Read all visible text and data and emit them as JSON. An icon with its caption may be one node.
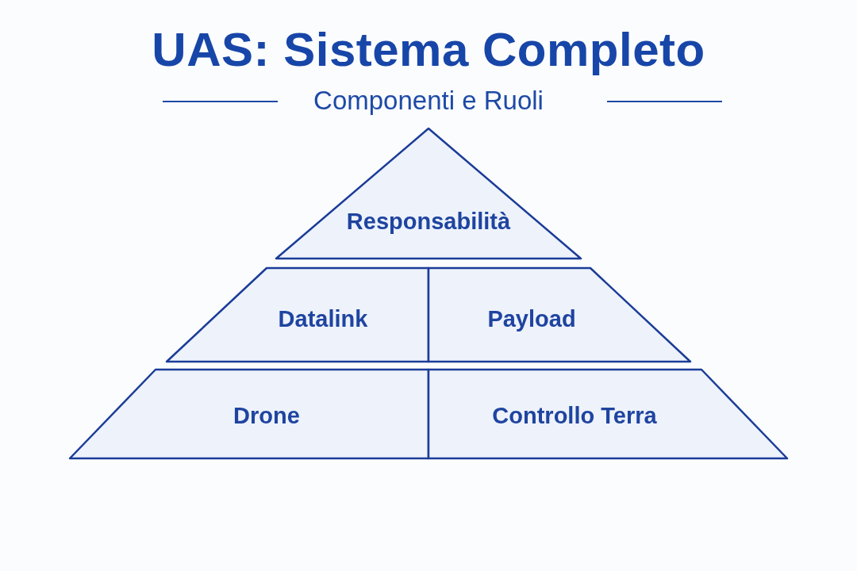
{
  "diagram": {
    "title": "UAS: Sistema Completo",
    "caption": "Componenti e Ruoli",
    "nodes": [
      {
        "text": [
          "Responsabilità"
        ]
      },
      {
        "text": [
          "Datalink"
        ]
      },
      {
        "text": [
          "Payload"
        ]
      },
      {
        "text": [
          "Drone"
        ]
      },
      {
        "text": [
          "Controllo Terra"
        ]
      }
    ],
    "edges": []
  }
}
